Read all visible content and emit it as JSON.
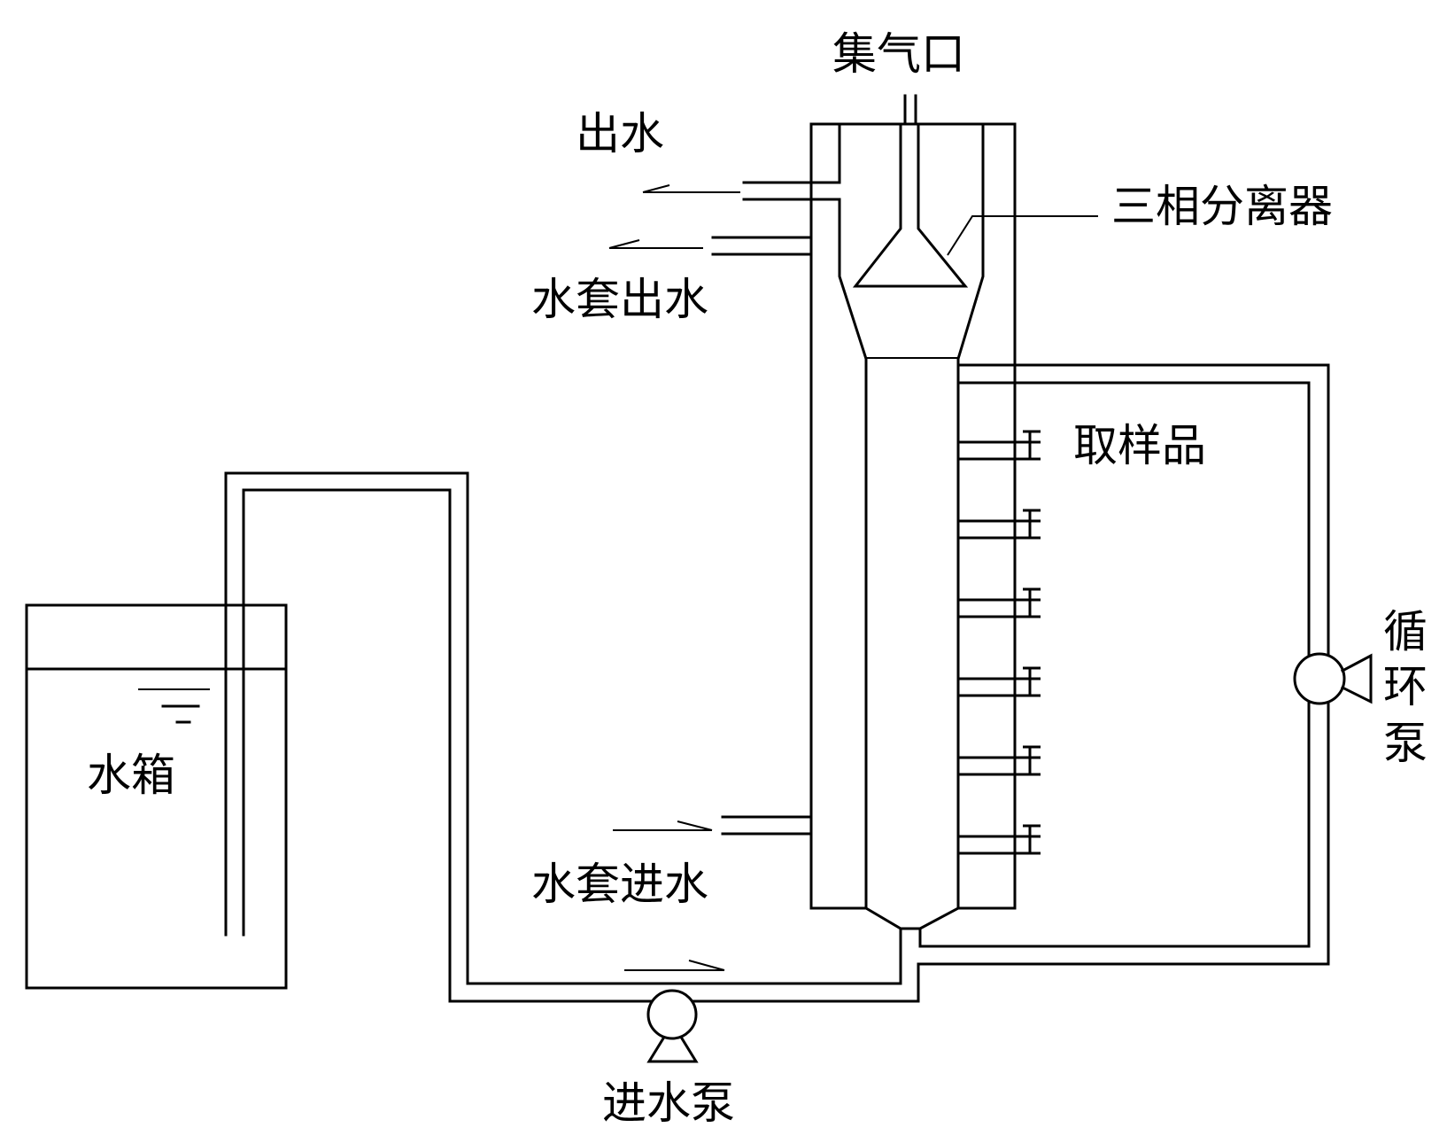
{
  "diagram": {
    "type": "process-flow",
    "description": "Reactor setup with water tank, feed pump, jacketed reactor column, three-phase separator, sampling ports and recirculation pump",
    "labels": {
      "gas_outlet": "集气口",
      "effluent": "出水",
      "jacket_outlet": "水套出水",
      "three_phase_separator": "三相分离器",
      "sampling_port": "取样品",
      "recirculation_pump": [
        "循",
        "环",
        "泵"
      ],
      "water_tank": "水箱",
      "jacket_inlet": "水套进水",
      "feed_pump": "进水泵"
    },
    "sampling_port_count": 6,
    "flow_arrows": [
      {
        "name": "effluent-arrow",
        "direction": "left"
      },
      {
        "name": "jacket-outlet-arrow",
        "direction": "left"
      },
      {
        "name": "jacket-inlet-arrow",
        "direction": "right"
      },
      {
        "name": "feed-arrow",
        "direction": "right"
      }
    ],
    "colors": {
      "line": "#000000",
      "background": "#ffffff"
    }
  }
}
